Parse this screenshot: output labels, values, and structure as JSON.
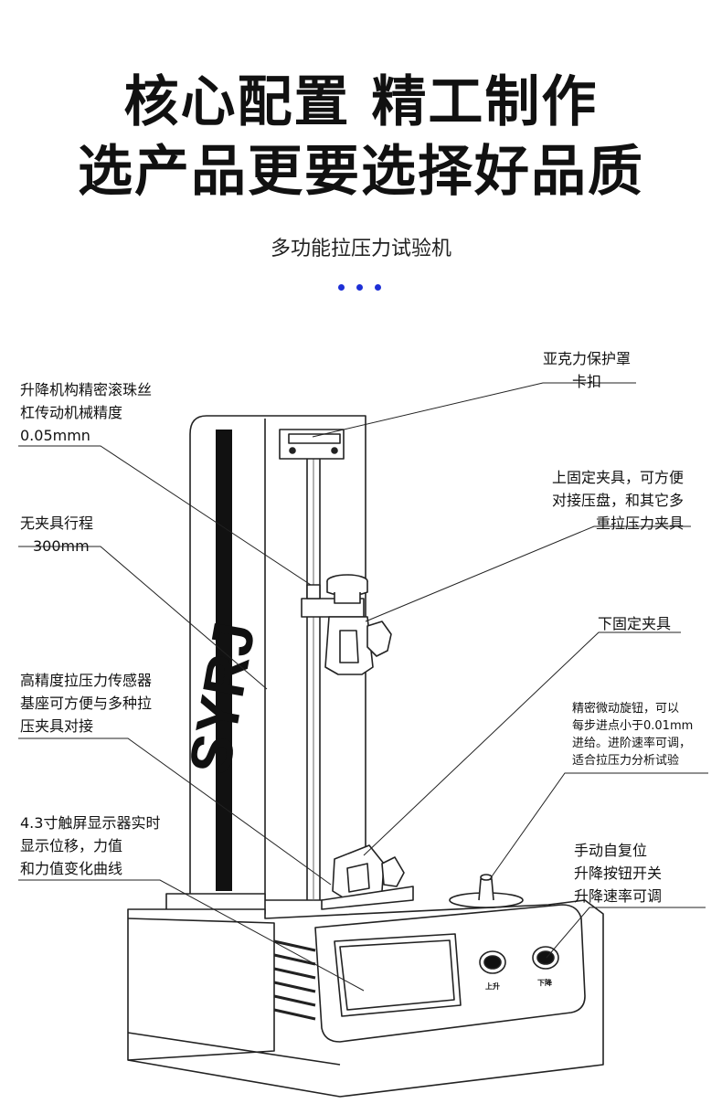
{
  "headline": {
    "line1": "核心配置 精工制作",
    "line2": "选产品更要选择好品质"
  },
  "subtitle": "多功能拉压力试验机",
  "accent_color": "#1d2fd6",
  "machine": {
    "brand_text": "SYRJ",
    "button_up_label": "上升",
    "button_down_label": "下降"
  },
  "callouts": {
    "acrylic_cover": [
      "亚克力保护罩",
      "卡扣"
    ],
    "lift_mechanism": [
      "升降机构精密滚珠丝",
      "杠传动机械精度",
      "0.05mmn"
    ],
    "upper_fixture": [
      "上固定夹具，可方便",
      "对接压盘，和其它多",
      "重拉压力夹具"
    ],
    "stroke": [
      "无夹具行程",
      "300mm"
    ],
    "lower_fixture": [
      "下固定夹具"
    ],
    "fine_knob": [
      "精密微动旋钮，可以",
      "每步进点小于0.01mm",
      "进给。进阶速率可调，",
      "适合拉压力分析试验"
    ],
    "sensor": [
      "高精度拉压力传感器",
      "基座可方便与多种拉",
      "压夹具对接"
    ],
    "touchscreen": [
      "4.3寸触屏显示器实时",
      "显示位移，力值",
      "和力值变化曲线"
    ],
    "manual_buttons": [
      "手动自复位",
      "升降按钮开关",
      "升降速率可调"
    ]
  }
}
